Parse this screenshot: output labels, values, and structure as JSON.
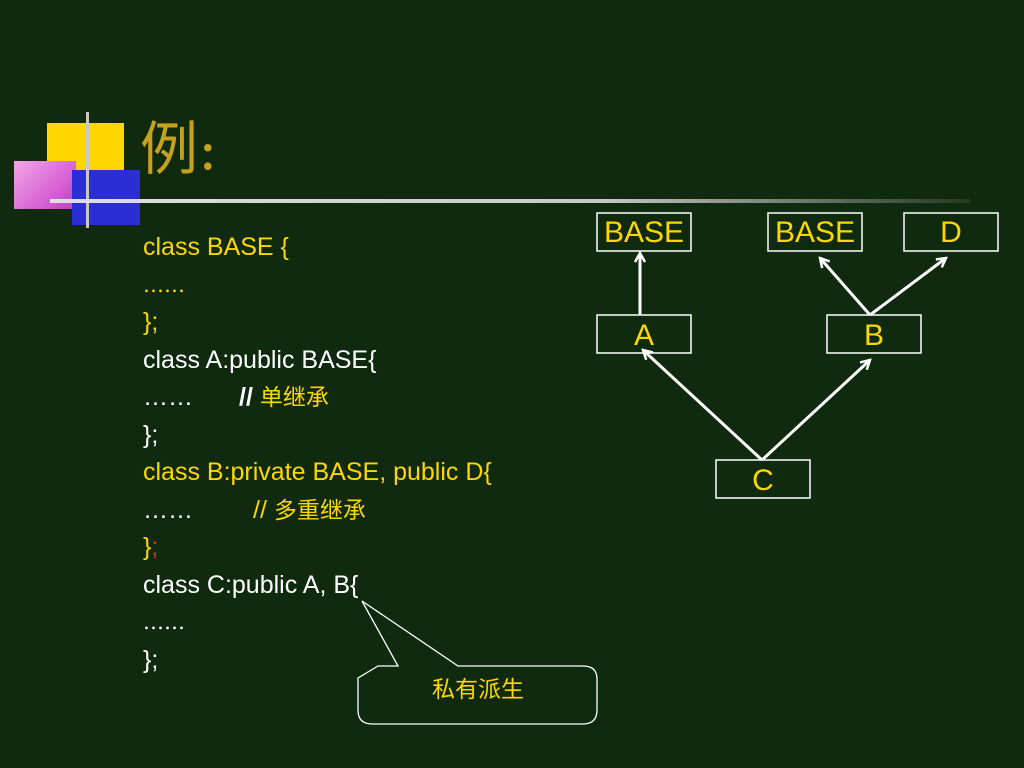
{
  "title": "例:",
  "code": {
    "l1": "class BASE {",
    "l2": "……",
    "l3": "};",
    "l4": "class A:public BASE{",
    "l5": "……",
    "l5_slash": "//",
    "l5_comment": "单继承",
    "l6": "};",
    "l7": "class B:private BASE, public D{",
    "l8": "……",
    "l8_slash": "//",
    "l8_comment": "多重继承",
    "l9_brace": "}",
    "l9_semi": ";",
    "l10": "class C:public A, B{",
    "l11": "……",
    "l12": "};"
  },
  "diagram": {
    "node_base1": "BASE",
    "node_base2": "BASE",
    "node_d": "D",
    "node_a": "A",
    "node_b": "B",
    "node_c": "C"
  },
  "callout": "私有派生",
  "colors": {
    "background": "#0f2a0f",
    "accent": "#ffd700",
    "title": "#c8a020"
  }
}
